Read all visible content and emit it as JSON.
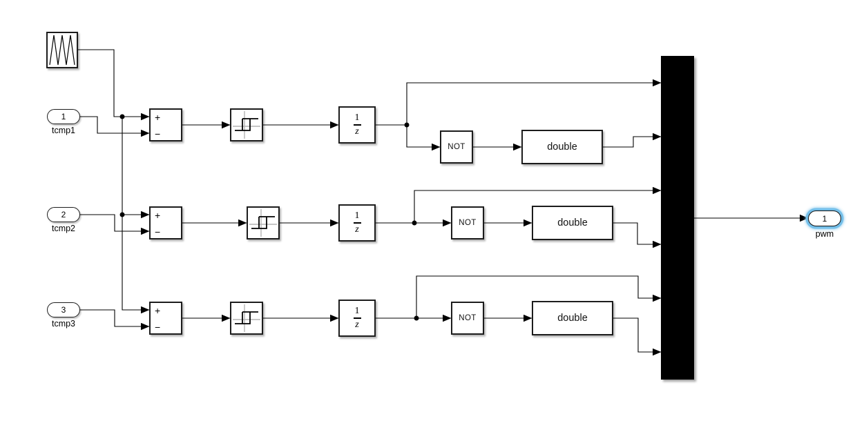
{
  "colors": {
    "background": "#ffffff",
    "block_border": "#1c1c1c",
    "wire": "#000000",
    "mux_fill": "#000000",
    "selection_glow": "#74bfe9",
    "relay_axes": "#b3b3b3"
  },
  "icons": {
    "source": "triangle-wave-icon",
    "relay": "relay-hysteresis-icon",
    "mux": "mux-bar"
  },
  "rows": [
    {
      "inport_number": "1",
      "inport_label": "tcmp1",
      "sum_plus": "+",
      "sum_minus": "−",
      "delay_numerator": "1",
      "delay_denominator": "z",
      "not_label": "NOT",
      "convert_label": "double"
    },
    {
      "inport_number": "2",
      "inport_label": "tcmp2",
      "sum_plus": "+",
      "sum_minus": "−",
      "delay_numerator": "1",
      "delay_denominator": "z",
      "not_label": "NOT",
      "convert_label": "double"
    },
    {
      "inport_number": "3",
      "inport_label": "tcmp3",
      "sum_plus": "+",
      "sum_minus": "−",
      "delay_numerator": "1",
      "delay_denominator": "z",
      "not_label": "NOT",
      "convert_label": "double"
    }
  ],
  "outport": {
    "number": "1",
    "label": "pwm"
  }
}
